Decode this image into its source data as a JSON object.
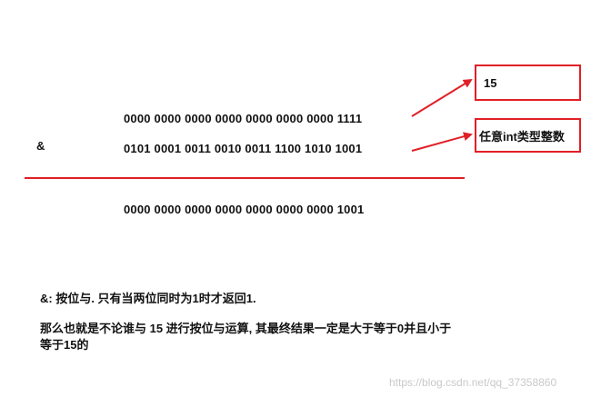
{
  "operation": {
    "operator_symbol": "&",
    "operand_15": "0000 0000 0000 0000 0000 0000 0000 1111",
    "operand_any_int": "0101 0001 0011 0010 0011 1100 1010 1001",
    "result": "0000 0000 0000 0000 0000 0000 0000 1001"
  },
  "callouts": {
    "fifteen": "15",
    "any_int": "任意int类型整数"
  },
  "notes": {
    "line1": "&: 按位与. 只有当两位同时为1时才返回1.",
    "line2": "那么也就是不论谁与 15 进行按位与运算, 其最终结果一定是大于等于0并且小于",
    "line3": "等于15的"
  },
  "watermark": "https://blog.csdn.net/qq_37358860",
  "colors": {
    "accent": "#e11f26",
    "text": "#111111",
    "watermark": "#c9c9c9"
  }
}
